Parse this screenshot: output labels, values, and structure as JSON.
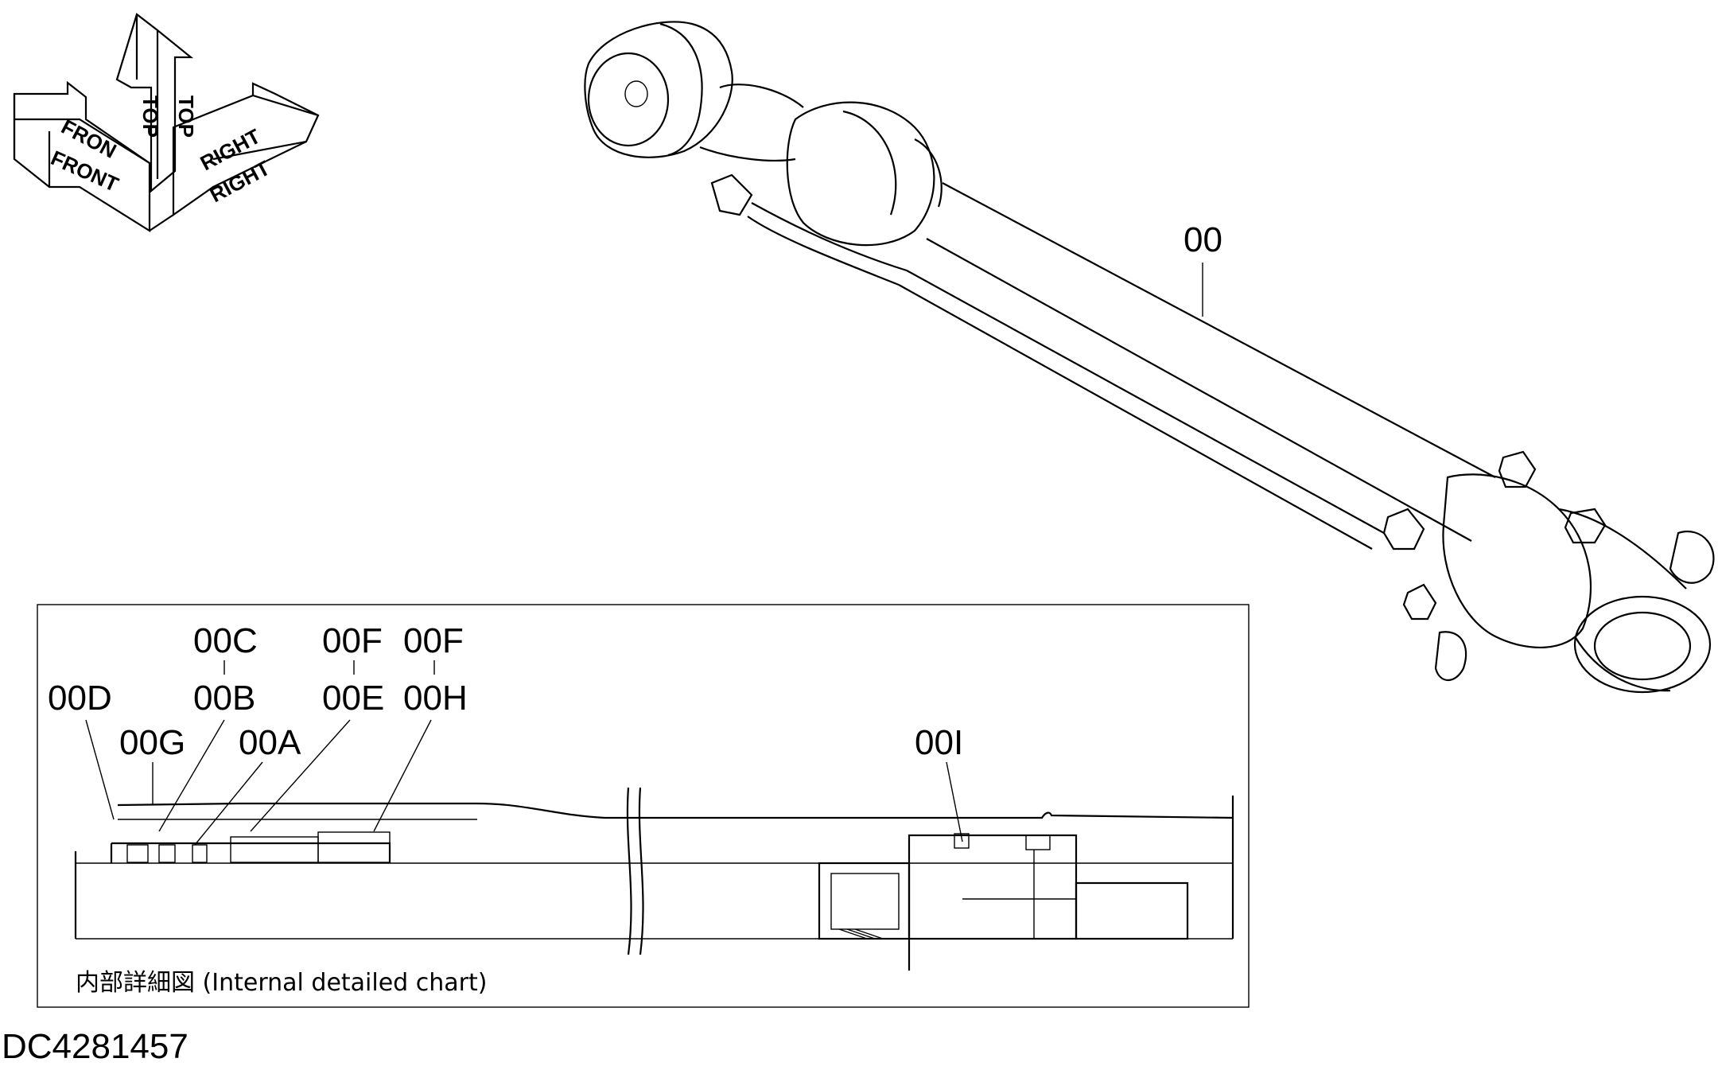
{
  "orientation_arrows": {
    "front": "FRONT",
    "front_cut": "FRON",
    "top": "TOP",
    "right": "RIGHT"
  },
  "main_view": {
    "part_label": "00"
  },
  "detail_view": {
    "labels": {
      "d": "00D",
      "g": "00G",
      "c": "00C",
      "b": "00B",
      "a": "00A",
      "f1": "00F",
      "e": "00E",
      "f2": "00F",
      "h": "00H",
      "i": "00I"
    },
    "caption": "内部詳細図 (Internal detailed chart)"
  },
  "document_id": "DC4281457"
}
